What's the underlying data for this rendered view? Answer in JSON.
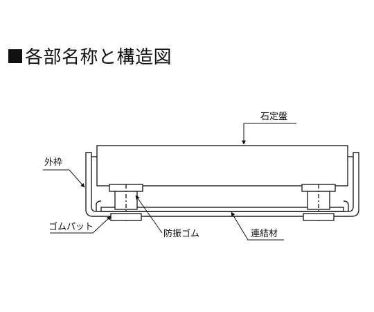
{
  "heading": {
    "marker": "■",
    "title": "各部名称と構造図"
  },
  "labels": {
    "stone_plate": "石定盤",
    "outer_frame": "外枠",
    "rubber_pad": "ゴムパット",
    "vibration_rubber": "防振ゴム",
    "connecting_member": "連結材"
  }
}
